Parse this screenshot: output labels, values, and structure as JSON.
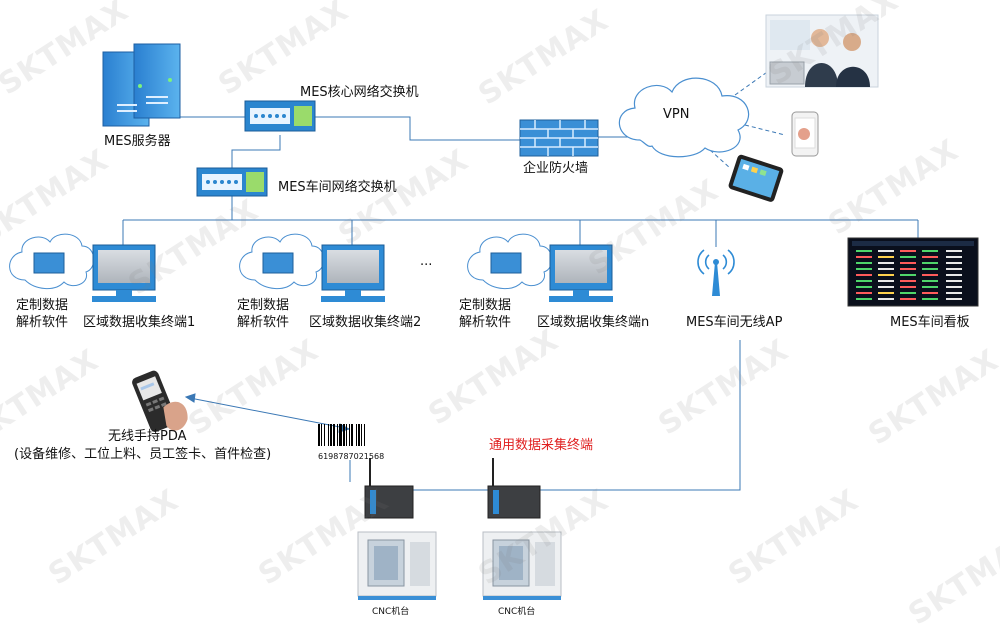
{
  "watermark": "SKTMAX",
  "nodes": {
    "mes_server": "MES服务器",
    "core_switch": "MES核心网络交换机",
    "workshop_switch": "MES车间网络交换机",
    "firewall": "企业防火墙",
    "vpn": "VPN",
    "ellipsis": "...",
    "parse_software_1": [
      "定制数据",
      "解析软件"
    ],
    "parse_software_2": [
      "定制数据",
      "解析软件"
    ],
    "parse_software_n": [
      "定制数据",
      "解析软件"
    ],
    "terminal_1": "区域数据收集终端1",
    "terminal_2": "区域数据收集终端2",
    "terminal_n": "区域数据收集终端n",
    "wireless_ap": "MES车间无线AP",
    "kanban": "MES车间看板",
    "pda": [
      "无线手持PDA",
      "(设备维修、工位上料、员工签卡、首件检查)"
    ],
    "barcode_number": "6198787021568",
    "collector": "通用数据采集终端",
    "cnc_1": "CNC机台",
    "cnc_2": "CNC机台"
  },
  "colors": {
    "line": "#3b78b5",
    "device_blue": "#1f8fd8",
    "highlight_red": "#e02020"
  }
}
